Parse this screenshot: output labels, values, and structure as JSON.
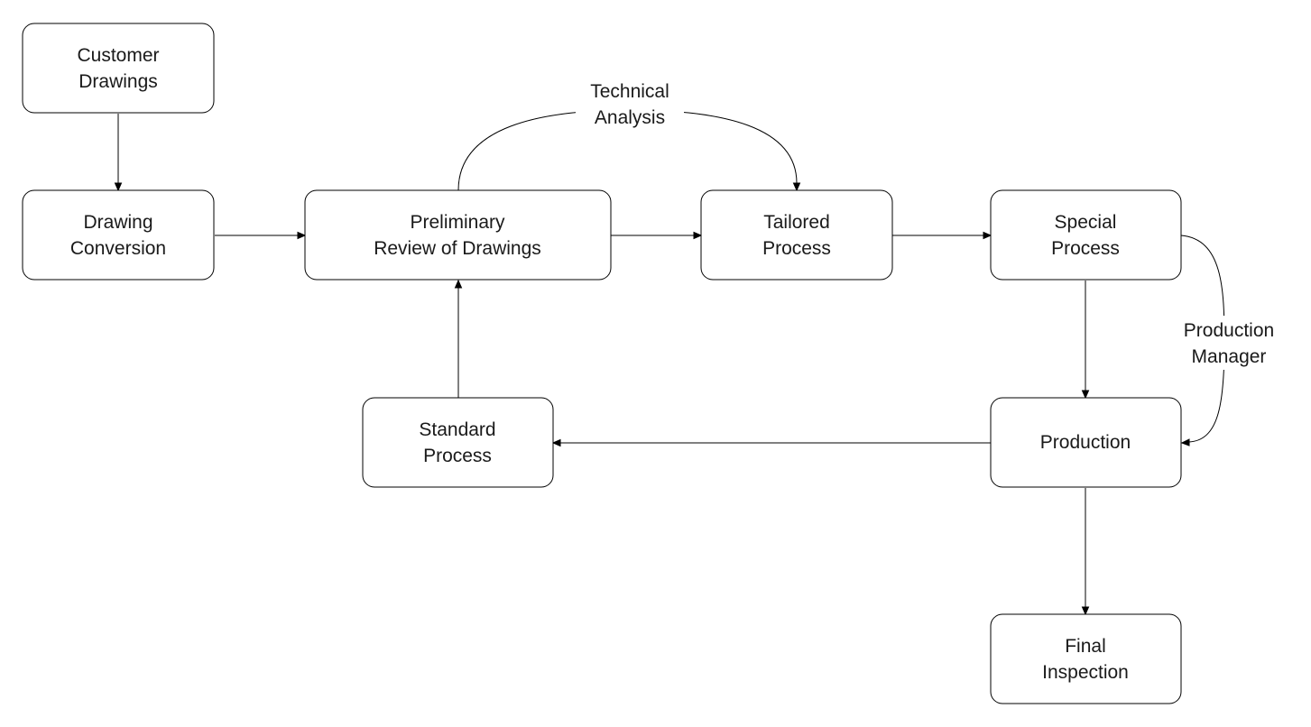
{
  "nodes": {
    "customer_drawings": [
      "Customer",
      "Drawings"
    ],
    "drawing_conversion": [
      "Drawing",
      "Conversion"
    ],
    "preliminary_review": [
      "Preliminary",
      "Review of Drawings"
    ],
    "tailored_process": [
      "Tailored",
      "Process"
    ],
    "special_process": [
      "Special",
      "Process"
    ],
    "standard_process": [
      "Standard",
      "Process"
    ],
    "production": [
      "Production"
    ],
    "final_inspection": [
      "Final",
      "Inspection"
    ]
  },
  "edge_labels": {
    "technical_analysis": [
      "Technical",
      "Analysis"
    ],
    "production_manager": [
      "Production",
      "Manager"
    ]
  }
}
